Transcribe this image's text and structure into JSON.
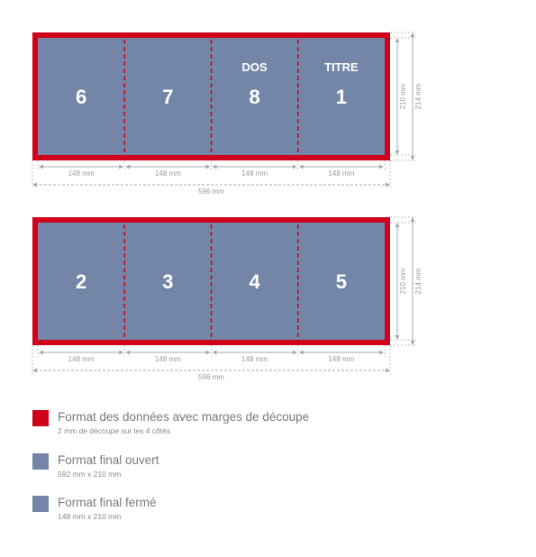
{
  "colors": {
    "bleed": "#d0021b",
    "final": "#7486a8",
    "dim": "#a9a9a9"
  },
  "sheets": [
    {
      "panels": [
        {
          "number": "6",
          "label": ""
        },
        {
          "number": "7",
          "label": ""
        },
        {
          "number": "8",
          "label": "DOS"
        },
        {
          "number": "1",
          "label": "TITRE"
        }
      ],
      "panel_width_label": "148 mm",
      "total_width_label": "596 mm",
      "height_label": "210 mm",
      "bleed_height_label": "214 mm"
    },
    {
      "panels": [
        {
          "number": "2",
          "label": ""
        },
        {
          "number": "3",
          "label": ""
        },
        {
          "number": "4",
          "label": ""
        },
        {
          "number": "5",
          "label": ""
        }
      ],
      "panel_width_label": "148 mm",
      "total_width_label": "596 mm",
      "height_label": "210 mm",
      "bleed_height_label": "214 mm"
    }
  ],
  "legend": [
    {
      "color": "#d0021b",
      "title": "Format des données avec marges de découpe",
      "subtitle": "2 mm de découpe sur les 4 côtés"
    },
    {
      "color": "#7486a8",
      "title": "Format final ouvert",
      "subtitle": "592 mm x 210 mm"
    },
    {
      "color": "#7486a8",
      "title": "Format final fermé",
      "subtitle": "148 mm x 210 mm"
    }
  ]
}
